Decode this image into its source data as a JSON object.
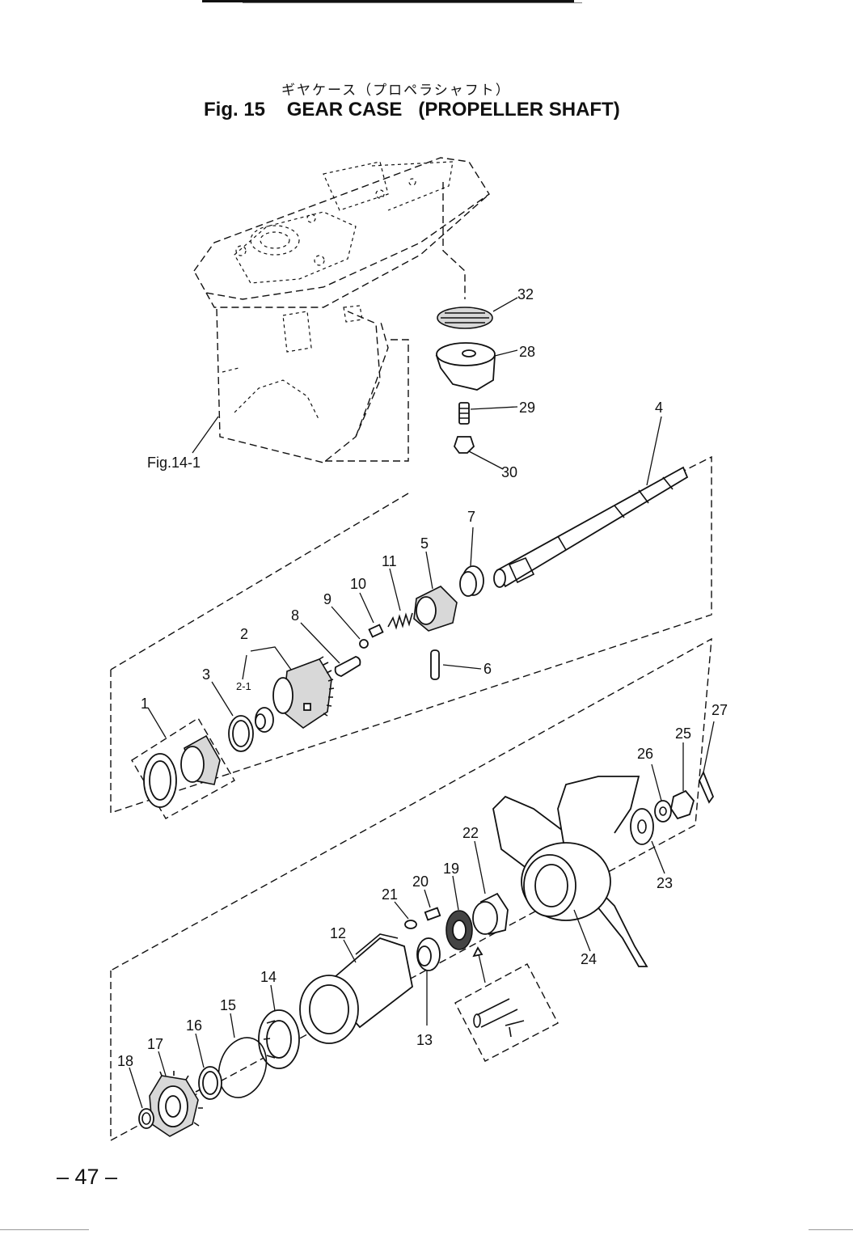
{
  "header": {
    "subtitle_jp": "ギヤケース（プロペラシャフト）",
    "title": "Fig. 15    GEAR CASE   (PROPELLER SHAFT)"
  },
  "cross_reference": "Fig.14-1",
  "callouts": {
    "p1": "1",
    "p2": "2",
    "p2_1": "2-1",
    "p3": "3",
    "p4": "4",
    "p5": "5",
    "p6": "6",
    "p7": "7",
    "p8": "8",
    "p9": "9",
    "p10": "10",
    "p11": "11",
    "p12": "12",
    "p13": "13",
    "p14": "14",
    "p15": "15",
    "p16": "16",
    "p17": "17",
    "p18": "18",
    "p19": "19",
    "p20": "20",
    "p21": "21",
    "p22": "22",
    "p23": "23",
    "p24": "24",
    "p25": "25",
    "p26": "26",
    "p27": "27",
    "p28": "28",
    "p29": "29",
    "p30": "30",
    "p32": "32"
  },
  "page_number": "– 47 –"
}
